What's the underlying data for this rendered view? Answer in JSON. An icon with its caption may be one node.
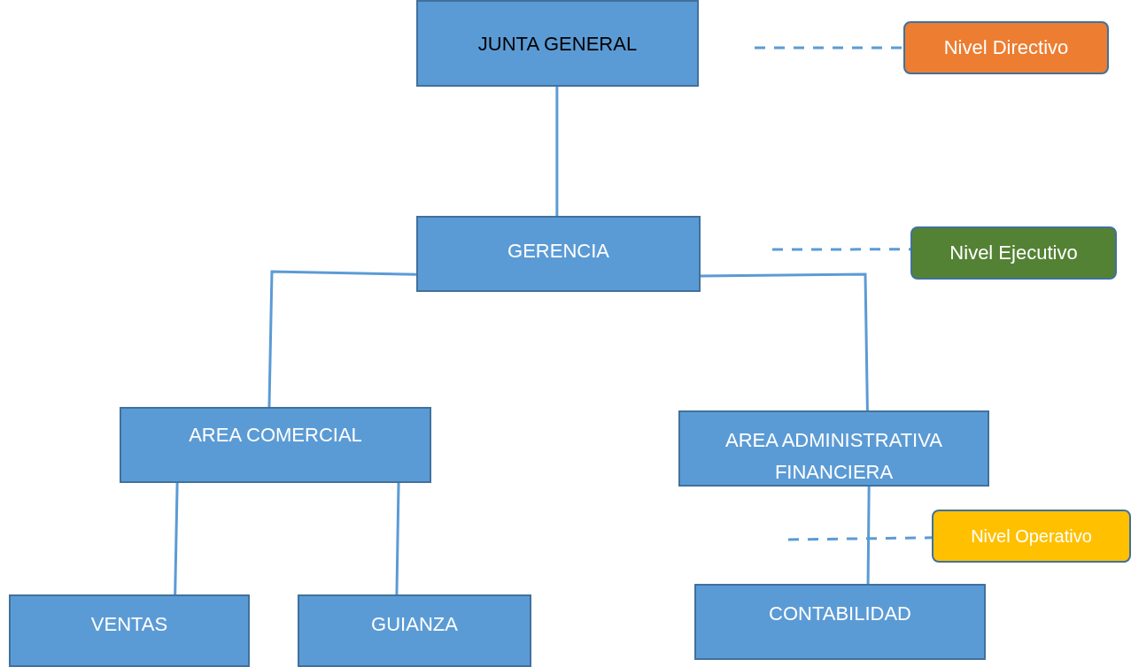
{
  "diagram": {
    "nodes": [
      {
        "text": [
          "JUNTA GENERAL"
        ]
      },
      {
        "text": [
          "GERENCIA"
        ]
      },
      {
        "text": [
          "AREA COMERCIAL"
        ]
      },
      {
        "text": [
          "AREA ADMINISTRATIVA FINANCIERA"
        ]
      },
      {
        "text": [
          "VENTAS"
        ]
      },
      {
        "text": [
          "GUIANZA"
        ]
      },
      {
        "text": [
          "CONTABILIDAD"
        ]
      },
      {
        "text": [
          "Nivel Directivo"
        ]
      },
      {
        "text": [
          "Nivel Ejecutivo"
        ]
      },
      {
        "text": [
          "Nivel Operativo"
        ]
      }
    ],
    "edges": [
      {
        "from": 0,
        "to": 1,
        "arrow": "none"
      },
      {
        "from": 1,
        "to": 2,
        "arrow": "none"
      },
      {
        "from": 1,
        "to": 3,
        "arrow": "none"
      },
      {
        "from": 2,
        "to": 4,
        "arrow": "none"
      },
      {
        "from": 2,
        "to": 5,
        "arrow": "none"
      },
      {
        "from": 3,
        "to": 6,
        "arrow": "none"
      },
      {
        "from": null,
        "to": 7,
        "arrow": "none",
        "style": "dashed"
      },
      {
        "from": null,
        "to": 8,
        "arrow": "none",
        "style": "dashed"
      },
      {
        "from": null,
        "to": 9,
        "arrow": "none",
        "style": "dashed"
      }
    ]
  }
}
